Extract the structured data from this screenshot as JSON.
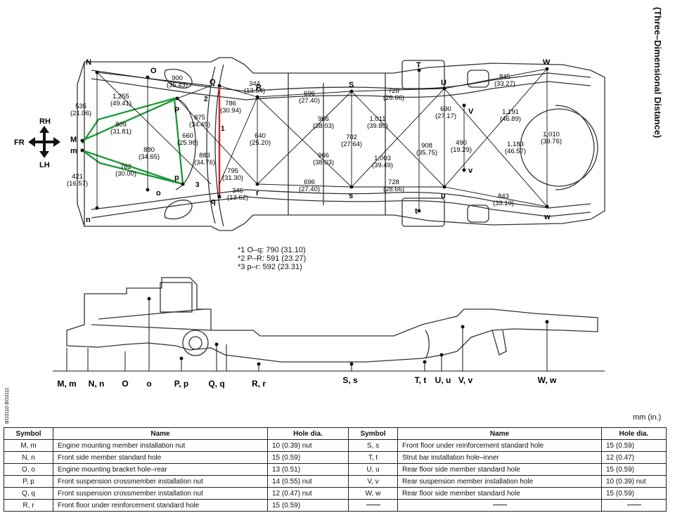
{
  "side_title": "(Three–Dimensional Distance)",
  "figure_code": "BO3110 BO3111",
  "unit_label": "mm (in.)",
  "direction": {
    "rh": "RH",
    "lh": "LH",
    "fr": "FR"
  },
  "top_points": [
    "N",
    "O",
    "Q",
    "R",
    "S",
    "T",
    "U",
    "W",
    "M",
    "m",
    "P",
    "p",
    "V",
    "v",
    "r",
    "s",
    "u",
    "w",
    "q",
    "n",
    "o",
    "t"
  ],
  "top_measurements": [
    "535\n(21.06)",
    "1,255\n(49.41)",
    "900\n(35.43)",
    "344\n(13.54)",
    "696\n(27.40)",
    "728\n(28.66)",
    "845\n(33.27)",
    "809\n(31.81)",
    "875\n(34.45)",
    "786\n(30.94)",
    "966\n(38.03)",
    "1,011\n(39.80)",
    "690\n(27.17)",
    "1,191\n(46.89)",
    "660\n(25.98)",
    "640\n(25.20)",
    "702\n(27.64)",
    "880\n(34.65)",
    "883\n(34.76)",
    "966\n(38.03)",
    "908\n(35.75)",
    "490\n(19.29)",
    "1,010\n(39.76)",
    "1,003\n(39.49)",
    "1,183\n(46.57)",
    "421\n(16.57)",
    "762\n(30.00)",
    "795\n(31.30)",
    "346\n(13.62)",
    "696\n(27.40)",
    "728\n(28.66)",
    "843\n(33.19)"
  ],
  "notes": [
    "*1 O–q: 790 (31.10)",
    "*2 P–R: 591 (23.27)",
    "*3 p–r:  592 (23.31)"
  ],
  "marks": [
    "1",
    "2",
    "3"
  ],
  "side_labels": [
    "M, m",
    "N, n",
    "O",
    "o",
    "P, p",
    "Q, q",
    "R, r",
    "S, s",
    "T, t",
    "U, u",
    "V, v",
    "W, w"
  ],
  "table": {
    "headers": [
      "Symbol",
      "Name",
      "Hole dia.",
      "Symbol",
      "Name",
      "Hole dia."
    ],
    "rows": [
      [
        "M, m",
        "Engine mounting member installation nut",
        "10 (0.39) nut",
        "S, s",
        "Front floor under reinforcement standard hole",
        "15 (0.59)"
      ],
      [
        "N, n",
        "Front side member standard hole",
        "15 (0.59)",
        "T, t",
        "Strut bar installation hole–inner",
        "12 (0.47)"
      ],
      [
        "O, o",
        "Engine mounting bracket hole–rear",
        "13 (0.51)",
        "U, u",
        "Rear floor side member standard hole",
        "15 (0.59)"
      ],
      [
        "P, p",
        "Front suspension crossmember installation nut",
        "14 (0.55) nut",
        "V, v",
        "Rear suspension member installation hole",
        "10 (0.39) nut"
      ],
      [
        "Q, q",
        "Front suspension crossmember installation nut",
        "12 (0.47) nut",
        "W, w",
        "Rear floor side member standard hole",
        "15 (0.59)"
      ],
      [
        "R, r",
        "Front floor under reinforcement standard hole",
        "15 (0.59)",
        "",
        "",
        ""
      ]
    ]
  },
  "colors": {
    "green_lines": "#1f9a3a",
    "red_line": "#d0242a",
    "ink": "#111111"
  }
}
